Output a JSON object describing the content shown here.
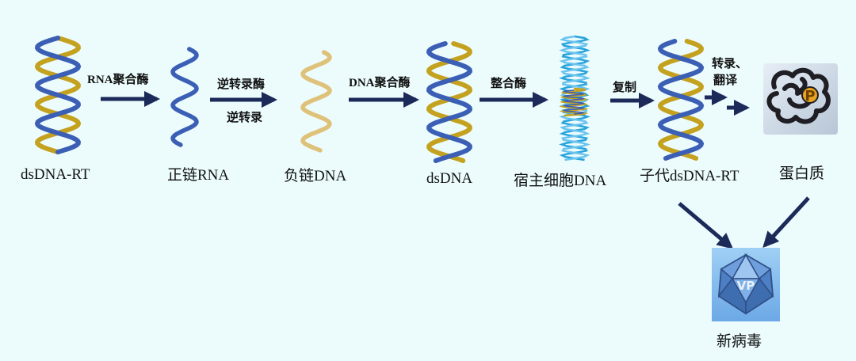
{
  "stages": [
    {
      "id": "dsdna-rt",
      "label": "dsDNA-RT"
    },
    {
      "id": "positive-rna",
      "label": "正链RNA"
    },
    {
      "id": "negative-dna",
      "label": "负链DNA"
    },
    {
      "id": "dsdna",
      "label": "dsDNA"
    },
    {
      "id": "host-dna",
      "label": "宿主细胞DNA"
    },
    {
      "id": "progeny-dsdna-rt",
      "label": "子代dsDNA-RT"
    },
    {
      "id": "protein",
      "label": "蛋白质"
    },
    {
      "id": "new-virus",
      "label": "新病毒"
    }
  ],
  "steps": {
    "rna_polymerase": "RNA聚合酶",
    "reverse_transcriptase": "逆转录酶",
    "reverse_transcription": "逆转录",
    "dna_polymerase": "DNA聚合酶",
    "integrase": "整合酶",
    "replication": "复制",
    "transcription_line1": "转录、",
    "transcription_line2": "翻译"
  },
  "icons": {
    "protein_letter": "P",
    "virus_letter": "VP"
  },
  "colors": {
    "background": "#ecfcfd",
    "strand_blue": "#3b5fb5",
    "strand_gold": "#c4a21f",
    "strand_pale_gold": "#dfc27a",
    "host_blue": "#27a3dc",
    "arrow": "#1c2a5a",
    "virus_box": "#7fb8ec"
  }
}
